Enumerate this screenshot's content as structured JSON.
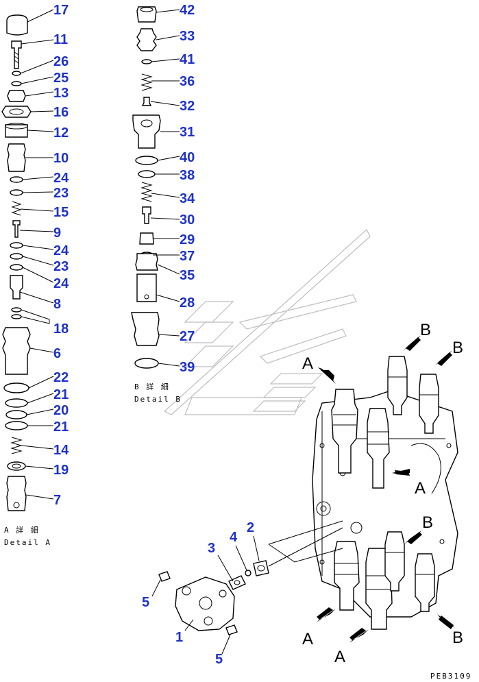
{
  "detail_a": {
    "caption_jp": "A 詳 細",
    "caption_en": "Detail A",
    "parts": [
      {
        "id": "17"
      },
      {
        "id": "11"
      },
      {
        "id": "26"
      },
      {
        "id": "25"
      },
      {
        "id": "13"
      },
      {
        "id": "16"
      },
      {
        "id": "12"
      },
      {
        "id": "10"
      },
      {
        "id": "24"
      },
      {
        "id": "23"
      },
      {
        "id": "15"
      },
      {
        "id": "9"
      },
      {
        "id": "24"
      },
      {
        "id": "23"
      },
      {
        "id": "24"
      },
      {
        "id": "8"
      },
      {
        "id": "18"
      },
      {
        "id": "6"
      },
      {
        "id": "22"
      },
      {
        "id": "21"
      },
      {
        "id": "20"
      },
      {
        "id": "21"
      },
      {
        "id": "14"
      },
      {
        "id": "19"
      },
      {
        "id": "7"
      }
    ]
  },
  "detail_b": {
    "caption_jp": "B 詳 細",
    "caption_en": "Detail B",
    "parts": [
      {
        "id": "42"
      },
      {
        "id": "33"
      },
      {
        "id": "41"
      },
      {
        "id": "36"
      },
      {
        "id": "32"
      },
      {
        "id": "31"
      },
      {
        "id": "40"
      },
      {
        "id": "38"
      },
      {
        "id": "34"
      },
      {
        "id": "30"
      },
      {
        "id": "29"
      },
      {
        "id": "37"
      },
      {
        "id": "35"
      },
      {
        "id": "28"
      },
      {
        "id": "27"
      },
      {
        "id": "39"
      }
    ]
  },
  "assembly": {
    "parts": [
      {
        "id": "2"
      },
      {
        "id": "3"
      },
      {
        "id": "4"
      },
      {
        "id": "5"
      },
      {
        "id": "1"
      },
      {
        "id": "5"
      }
    ],
    "view_markers": [
      "A",
      "B",
      "A",
      "B",
      "A",
      "B",
      "A",
      "B",
      "A",
      "A"
    ]
  },
  "drawing_code": "PEB3109",
  "colors": {
    "callout": "#1e32c8",
    "line": "#000000",
    "watermark": "#bdbdbd"
  }
}
